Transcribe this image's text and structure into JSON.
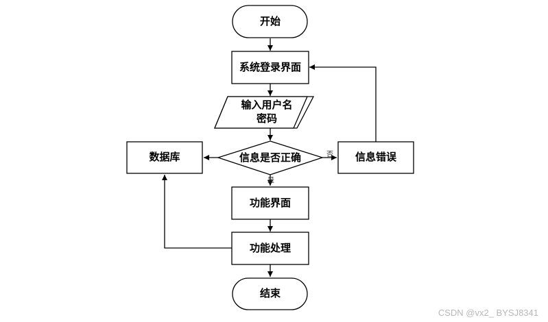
{
  "diagram": {
    "nodes": {
      "start": "开始",
      "login_screen": "系统登录界面",
      "input_line1": "输入用户名",
      "input_line2": "密码",
      "check": "信息是否正确",
      "database": "数据库",
      "error": "信息错误",
      "function_screen": "功能界面",
      "function_process": "功能处理",
      "end": "结束"
    },
    "edge_labels": {
      "no": "否",
      "yes": "是"
    }
  },
  "watermark": "CSDN @vx2_ BYSJ8341"
}
